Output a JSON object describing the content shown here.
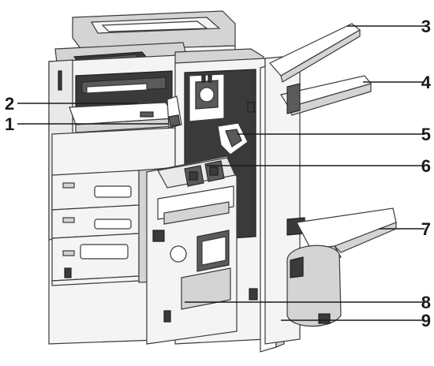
{
  "diagram": {
    "callouts": [
      {
        "id": "callout-1",
        "label": "1"
      },
      {
        "id": "callout-2",
        "label": "2"
      },
      {
        "id": "callout-3",
        "label": "3"
      },
      {
        "id": "callout-4",
        "label": "4"
      },
      {
        "id": "callout-5",
        "label": "5"
      },
      {
        "id": "callout-6",
        "label": "6"
      },
      {
        "id": "callout-7",
        "label": "7"
      },
      {
        "id": "callout-8",
        "label": "8"
      },
      {
        "id": "callout-9",
        "label": "9"
      }
    ]
  }
}
